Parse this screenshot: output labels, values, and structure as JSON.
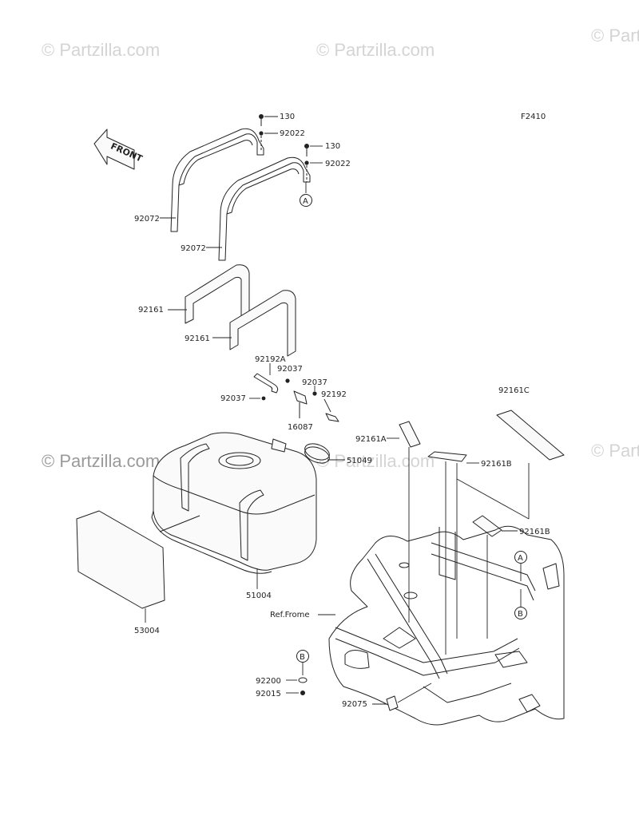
{
  "watermark": "© Partzilla.com",
  "figure_code": "F2410",
  "front_arrow_label": "FRONT",
  "callout_a": "A",
  "callout_b": "B",
  "ref_frame": "Ref.Frome",
  "parts": {
    "p130a": "130",
    "p92022a": "92022",
    "p130b": "130",
    "p92022b": "92022",
    "p92072a": "92072",
    "p92072b": "92072",
    "p92161a": "92161",
    "p92161b": "92161",
    "p92192A": "92192A",
    "p92037a": "92037",
    "p92037b": "92037",
    "p92037c": "92037",
    "p92192": "92192",
    "p16087": "16087",
    "p51049": "51049",
    "p92161C": "92161C",
    "p92161A": "92161A",
    "p92161B1": "92161B",
    "p92161B2": "92161B",
    "p51004": "51004",
    "p53004": "53004",
    "p92200": "92200",
    "p92015": "92015",
    "p92075": "92075"
  }
}
